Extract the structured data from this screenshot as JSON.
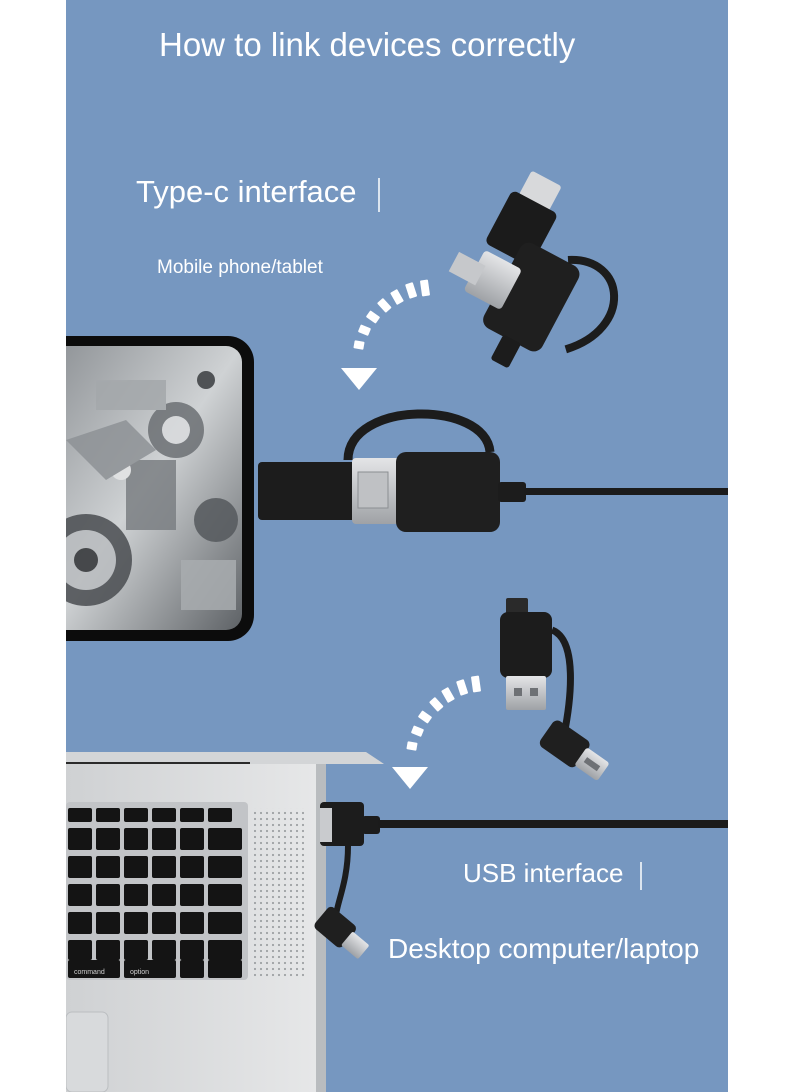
{
  "title": "How to link devices correctly",
  "section_typec": {
    "heading": "Type-c interface",
    "sub": "Mobile phone/tablet"
  },
  "section_usb": {
    "heading": "USB interface",
    "sub": "Desktop computer/laptop"
  },
  "keyboard_labels": {
    "command": "command",
    "option": "option"
  },
  "colors": {
    "background": "#7697c0",
    "cable": "#1b1b1b",
    "connector_metal": "#c8c9cb",
    "arrow": "#ffffff"
  },
  "icons": [
    "phone-illustration",
    "laptop-illustration",
    "otg-adapter-cable",
    "usb-adapter-cable",
    "dashed-curved-arrow"
  ]
}
